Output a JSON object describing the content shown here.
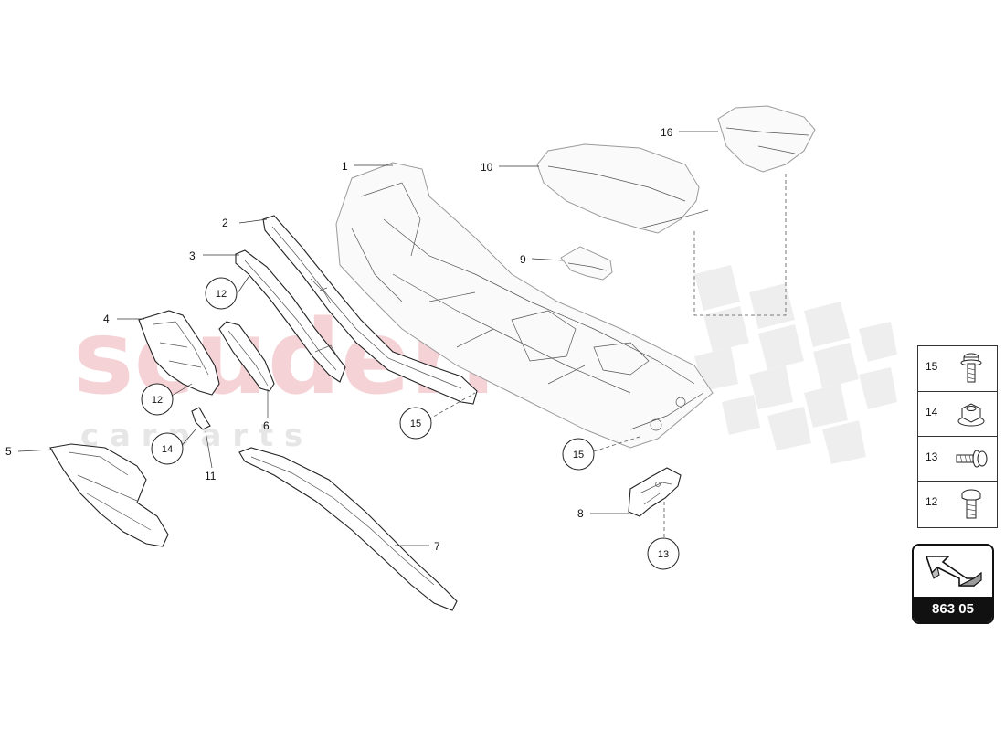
{
  "watermark": {
    "main": "scuderia",
    "sub": "c a r   p a r t s"
  },
  "callouts": {
    "c1": "1",
    "c2": "2",
    "c3": "3",
    "c4": "4",
    "c5": "5",
    "c6": "6",
    "c7": "7",
    "c8": "8",
    "c9": "9",
    "c10": "10",
    "c11": "11",
    "c16": "16"
  },
  "circled": {
    "k12a": "12",
    "k12b": "12",
    "k14": "14",
    "k15a": "15",
    "k15b": "15",
    "k13": "13"
  },
  "legend": {
    "rows": [
      {
        "number": "15",
        "icon": "flange-bolt-icon"
      },
      {
        "number": "14",
        "icon": "flange-nut-icon"
      },
      {
        "number": "13",
        "icon": "short-bolt-icon"
      },
      {
        "number": "12",
        "icon": "pan-head-screw-icon"
      }
    ]
  },
  "reference": {
    "label": "863 05",
    "icon": "direction-arrow-icon"
  },
  "colors": {
    "watermark": "#f2c4c8",
    "line": "#222222",
    "checker": "#e9e9e9"
  }
}
